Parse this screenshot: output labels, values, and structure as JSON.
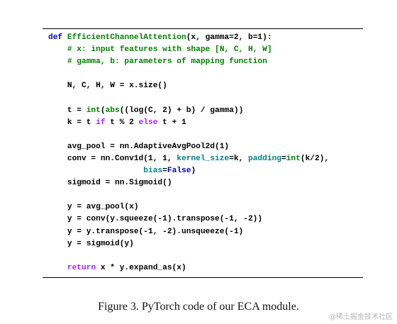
{
  "code": {
    "l1_kw": "def",
    "l1_fn": "EfficientChannelAttention",
    "l1_rest": "(x, gamma=2, b=1):",
    "l2": "    # x: input features with shape [N, C, H, W]",
    "l3": "    # gamma, b: parameters of mapping function",
    "l5": "    N, C, H, W = x.size()",
    "l7_a": "    t = ",
    "l7_int": "int",
    "l7_b": "(",
    "l7_abs": "abs",
    "l7_c": "((log(C, 2) + b) / gamma))",
    "l8_a": "    k = t ",
    "l8_if": "if",
    "l8_b": " t % 2 ",
    "l8_else": "else",
    "l8_c": " t + 1",
    "l10": "    avg_pool = nn.AdaptiveAvgPool2d(1)",
    "l11_a": "    conv = nn.Conv1d(1, 1, ",
    "l11_ks": "kernel_size",
    "l11_b": "=k, ",
    "l11_pad": "padding",
    "l11_c": "=",
    "l11_int": "int",
    "l11_d": "(k/2),",
    "l12_a": "                    ",
    "l12_bias": "bias",
    "l12_b": "=",
    "l12_false": "False",
    "l12_c": ")",
    "l13": "    sigmoid = nn.Sigmoid()",
    "l15": "    y = avg_pool(x)",
    "l16": "    y = conv(y.squeeze(-1).transpose(-1, -2))",
    "l17": "    y = y.transpose(-1, -2).unsqueeze(-1)",
    "l18": "    y = sigmoid(y)",
    "l20_kw": "    return",
    "l20_rest": " x * y.expand_as(x)"
  },
  "caption": "Figure 3. PyTorch code of our ECA module.",
  "watermark": "@稀土掘金技术社区"
}
